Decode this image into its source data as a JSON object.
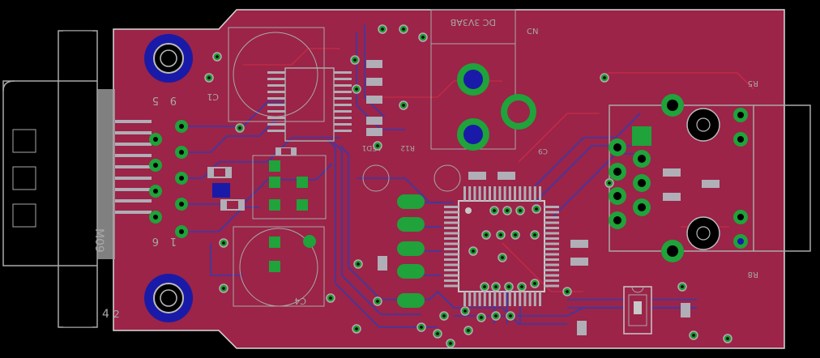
{
  "board": {
    "colors": {
      "background": "#000000",
      "copper_top": "#9b2448",
      "copper_bottom": "#2c3db8",
      "pad": "#1fa33a",
      "silkscreen": "#a9a9a9",
      "hole_ring": "#1a1aa8"
    }
  },
  "labels": {
    "connector_ref": "M09",
    "pin_5": "5",
    "pin_9": "9",
    "pin_1": "1",
    "pin_6": "6",
    "pin_4": "4",
    "pin_2": "2",
    "cap_c1": "C1",
    "cap_c4": "C4",
    "reg": "DC 3V3AB",
    "cn": "CN",
    "led": "LED1",
    "r12": "R12",
    "r5": "R5",
    "r8": "R8",
    "c9": "C9"
  }
}
